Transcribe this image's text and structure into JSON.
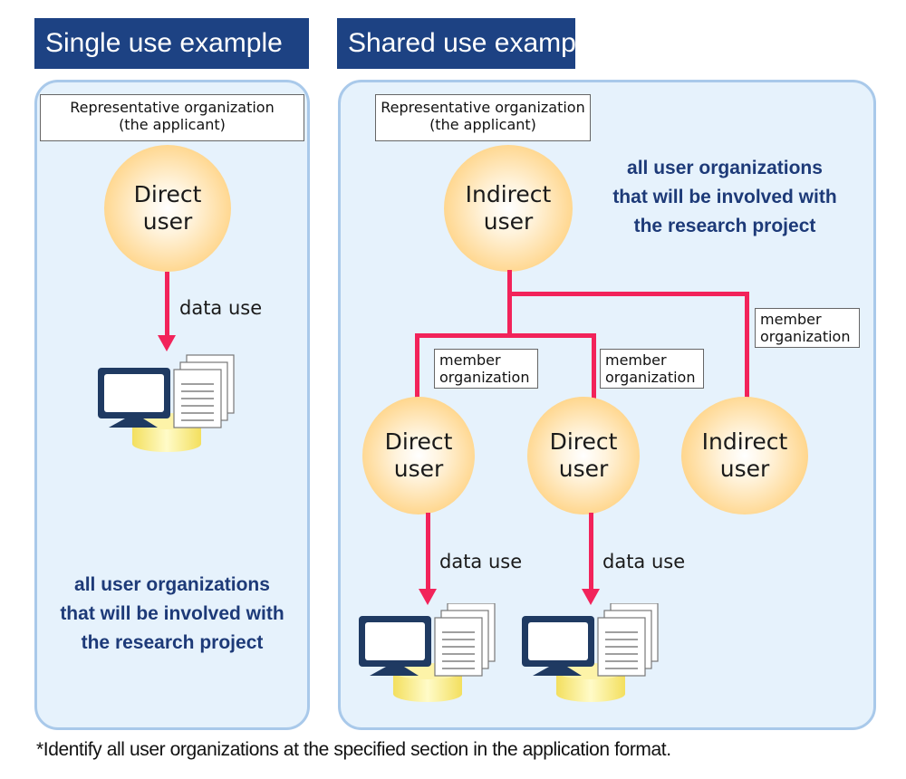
{
  "single": {
    "header": "Single use example",
    "rep_line1": "Representative organization",
    "rep_line2": "(the applicant)",
    "circle_line1": "Direct",
    "circle_line2": "user",
    "arrow_label": "data use",
    "note_line1": "all user organizations",
    "note_line2": "that will be involved with",
    "note_line3": "the research project"
  },
  "shared": {
    "header": "Shared use example",
    "rep_line1": "Representative organization",
    "rep_line2": "(the applicant)",
    "top_circle_line1": "Indirect",
    "top_circle_line2": "user",
    "note_line1": "all user organizations",
    "note_line2": "that will be involved with",
    "note_line3": "the research project",
    "members": [
      {
        "label_line1": "member",
        "label_line2": "organization",
        "circle_line1": "Direct",
        "circle_line2": "user",
        "arrow_label": "data use"
      },
      {
        "label_line1": "member",
        "label_line2": "organization",
        "circle_line1": "Direct",
        "circle_line2": "user",
        "arrow_label": "data use"
      },
      {
        "label_line1": "member",
        "label_line2": "organization",
        "circle_line1": "Indirect",
        "circle_line2": "user"
      }
    ]
  },
  "footnote": "*Identify all user organizations at the specified section in the application format.",
  "colors": {
    "header_bg": "#1d4283",
    "panel_bg": "#e6f2fc",
    "panel_border": "#a9c9ea",
    "connector": "#f2235a",
    "note_text": "#1d3a78"
  }
}
